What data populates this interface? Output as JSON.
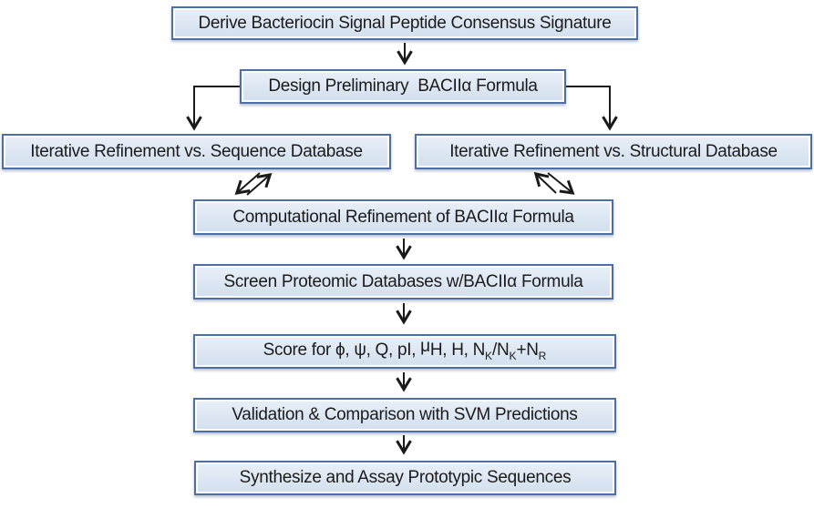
{
  "figure": {
    "type": "flowchart",
    "background": "#ffffff",
    "box_fill": "#dce6f2",
    "box_border": "#4c70a4",
    "arrow_color": "#1a1a1a",
    "text_color": "#1b1b1b"
  },
  "steps": {
    "derive_consensus": "Derive Bacteriocin Signal Peptide Consensus Signature",
    "design_preliminary": "Design Preliminary  BACIIα Formula",
    "refine_sequence": "Iterative Refinement vs. Sequence Database",
    "refine_structural": "Iterative Refinement vs. Structural Database",
    "computational_refinement": "Computational Refinement of BACIIα Formula",
    "screen_proteomic": "Screen Proteomic Databases w/BACIIα Formula",
    "score": {
      "prefix": "Score for ϕ, ψ, Q, pI, ",
      "mu": "μ",
      "mid": "H, H, N",
      "sub_k1": "K",
      "slash": "/N",
      "sub_k2": "K",
      "plus": "+N",
      "sub_r": "R"
    },
    "validation": "Validation & Comparison with SVM Predictions",
    "synthesize": "Synthesize and Assay Prototypic Sequences"
  }
}
